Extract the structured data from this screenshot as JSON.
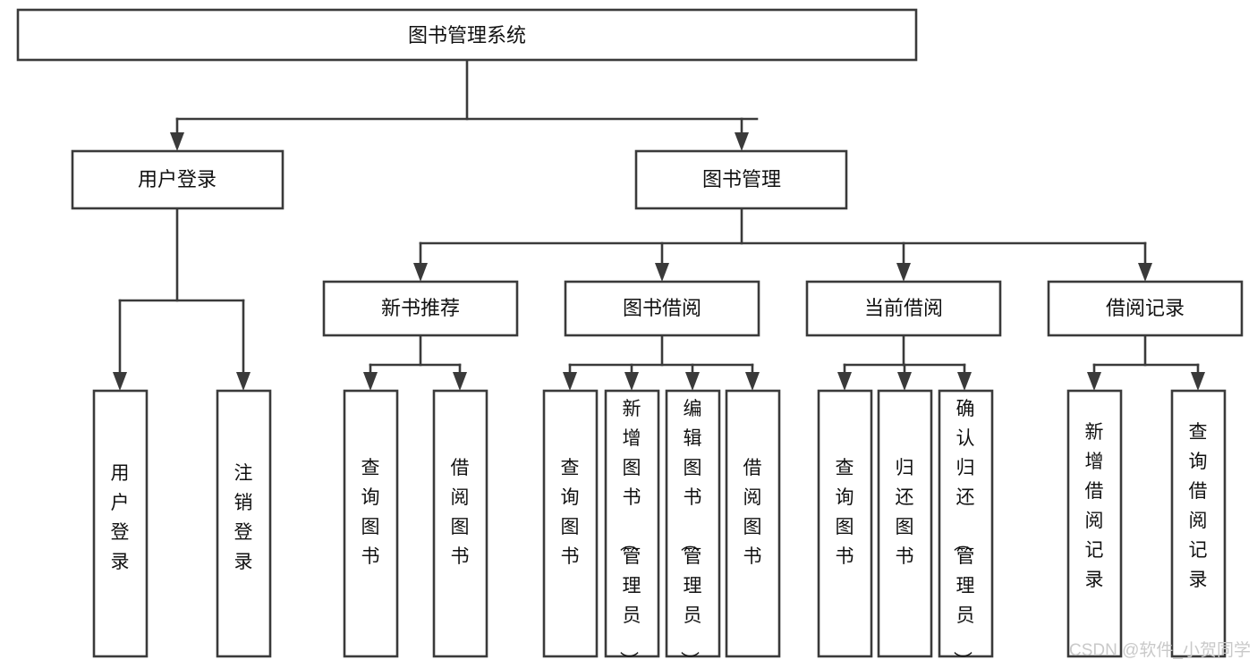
{
  "diagram": {
    "title": "图书管理系统",
    "type": "tree",
    "orientation": "top-down",
    "watermark": "CSDN @软件_小贺同学",
    "colors": {
      "line": "#3a3a3a",
      "box_fill": "#ffffff",
      "text": "#111111",
      "watermark": "#c9c9c9",
      "background": "#ffffff"
    },
    "nodes": {
      "root": {
        "label": "图书管理系统",
        "level": 1
      },
      "l2": [
        {
          "id": "user-login",
          "label": "用户登录",
          "level": 2
        },
        {
          "id": "book-manage",
          "label": "图书管理",
          "level": 2
        }
      ],
      "l3": [
        {
          "id": "new-book-rec",
          "label": "新书推荐",
          "level": 3,
          "parent": "book-manage"
        },
        {
          "id": "book-borrow",
          "label": "图书借阅",
          "level": 3,
          "parent": "book-manage"
        },
        {
          "id": "current-borrow",
          "label": "当前借阅",
          "level": 3,
          "parent": "book-manage"
        },
        {
          "id": "borrow-record",
          "label": "借阅记录",
          "level": 3,
          "parent": "book-manage"
        }
      ],
      "leaves": {
        "user-login": [
          {
            "id": "leaf-user-login",
            "label": "用户登录"
          },
          {
            "id": "leaf-user-logout",
            "label": "注销登录"
          }
        ],
        "new-book-rec": [
          {
            "id": "leaf-query-book-1",
            "label": "查询图书"
          },
          {
            "id": "leaf-borrow-book-1",
            "label": "借阅图书"
          }
        ],
        "book-borrow": [
          {
            "id": "leaf-query-book-2",
            "label": "查询图书"
          },
          {
            "id": "leaf-add-book",
            "label": "新增图书（管理员）"
          },
          {
            "id": "leaf-edit-book",
            "label": "编辑图书（管理员）"
          },
          {
            "id": "leaf-borrow-book-2",
            "label": "借阅图书"
          }
        ],
        "current-borrow": [
          {
            "id": "leaf-query-book-3",
            "label": "查询图书"
          },
          {
            "id": "leaf-return-book",
            "label": "归还图书"
          },
          {
            "id": "leaf-confirm-return",
            "label": "确认归还（管理员）"
          }
        ],
        "borrow-record": [
          {
            "id": "leaf-add-record",
            "label": "新增借阅记录"
          },
          {
            "id": "leaf-query-record",
            "label": "查询借阅记录"
          }
        ]
      }
    }
  }
}
